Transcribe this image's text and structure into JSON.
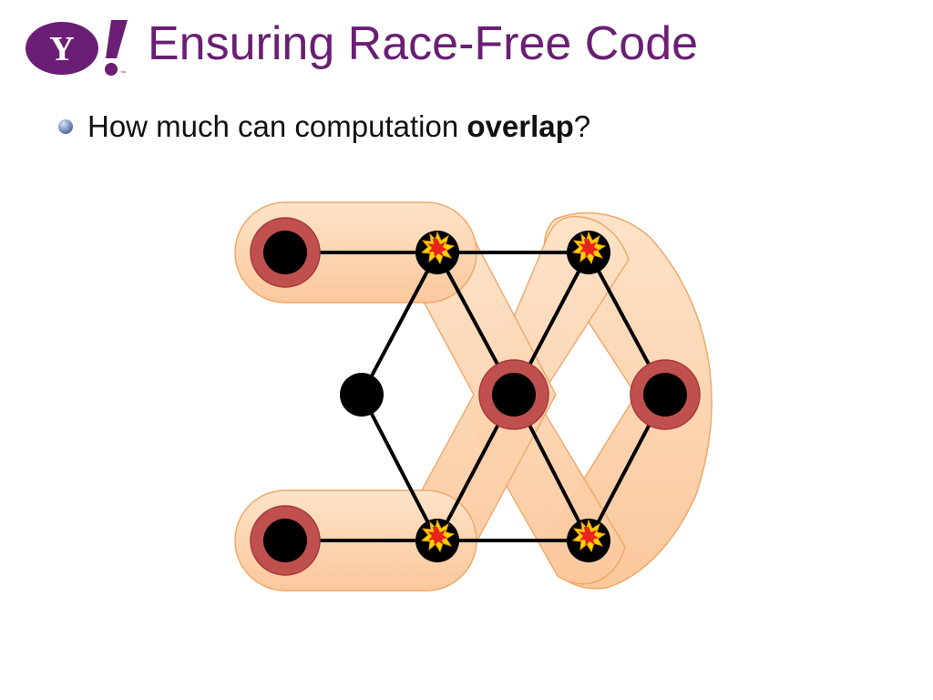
{
  "slide": {
    "title": "Ensuring Race-Free Code",
    "bullet": {
      "prefix": "How much can computation ",
      "emphasis": "overlap",
      "suffix": "?"
    }
  },
  "logo": {
    "text": "Y!",
    "trademark": "™",
    "brand_color": "#6a1f74"
  },
  "colors": {
    "group_fill": "#fcd3ad",
    "group_stroke": "#f0a86a",
    "ring": "#c0504d",
    "node": "#000000",
    "edge": "#000000",
    "burst_outer": "#ffd400",
    "burst_inner": "#e8241a"
  },
  "diagram": {
    "description_nodes": [
      "left",
      "top-1",
      "top-2",
      "bottom-1",
      "bottom-2",
      "middle",
      "right",
      "start-top",
      "start-bottom"
    ],
    "conflict_marker": "burst-icon"
  }
}
